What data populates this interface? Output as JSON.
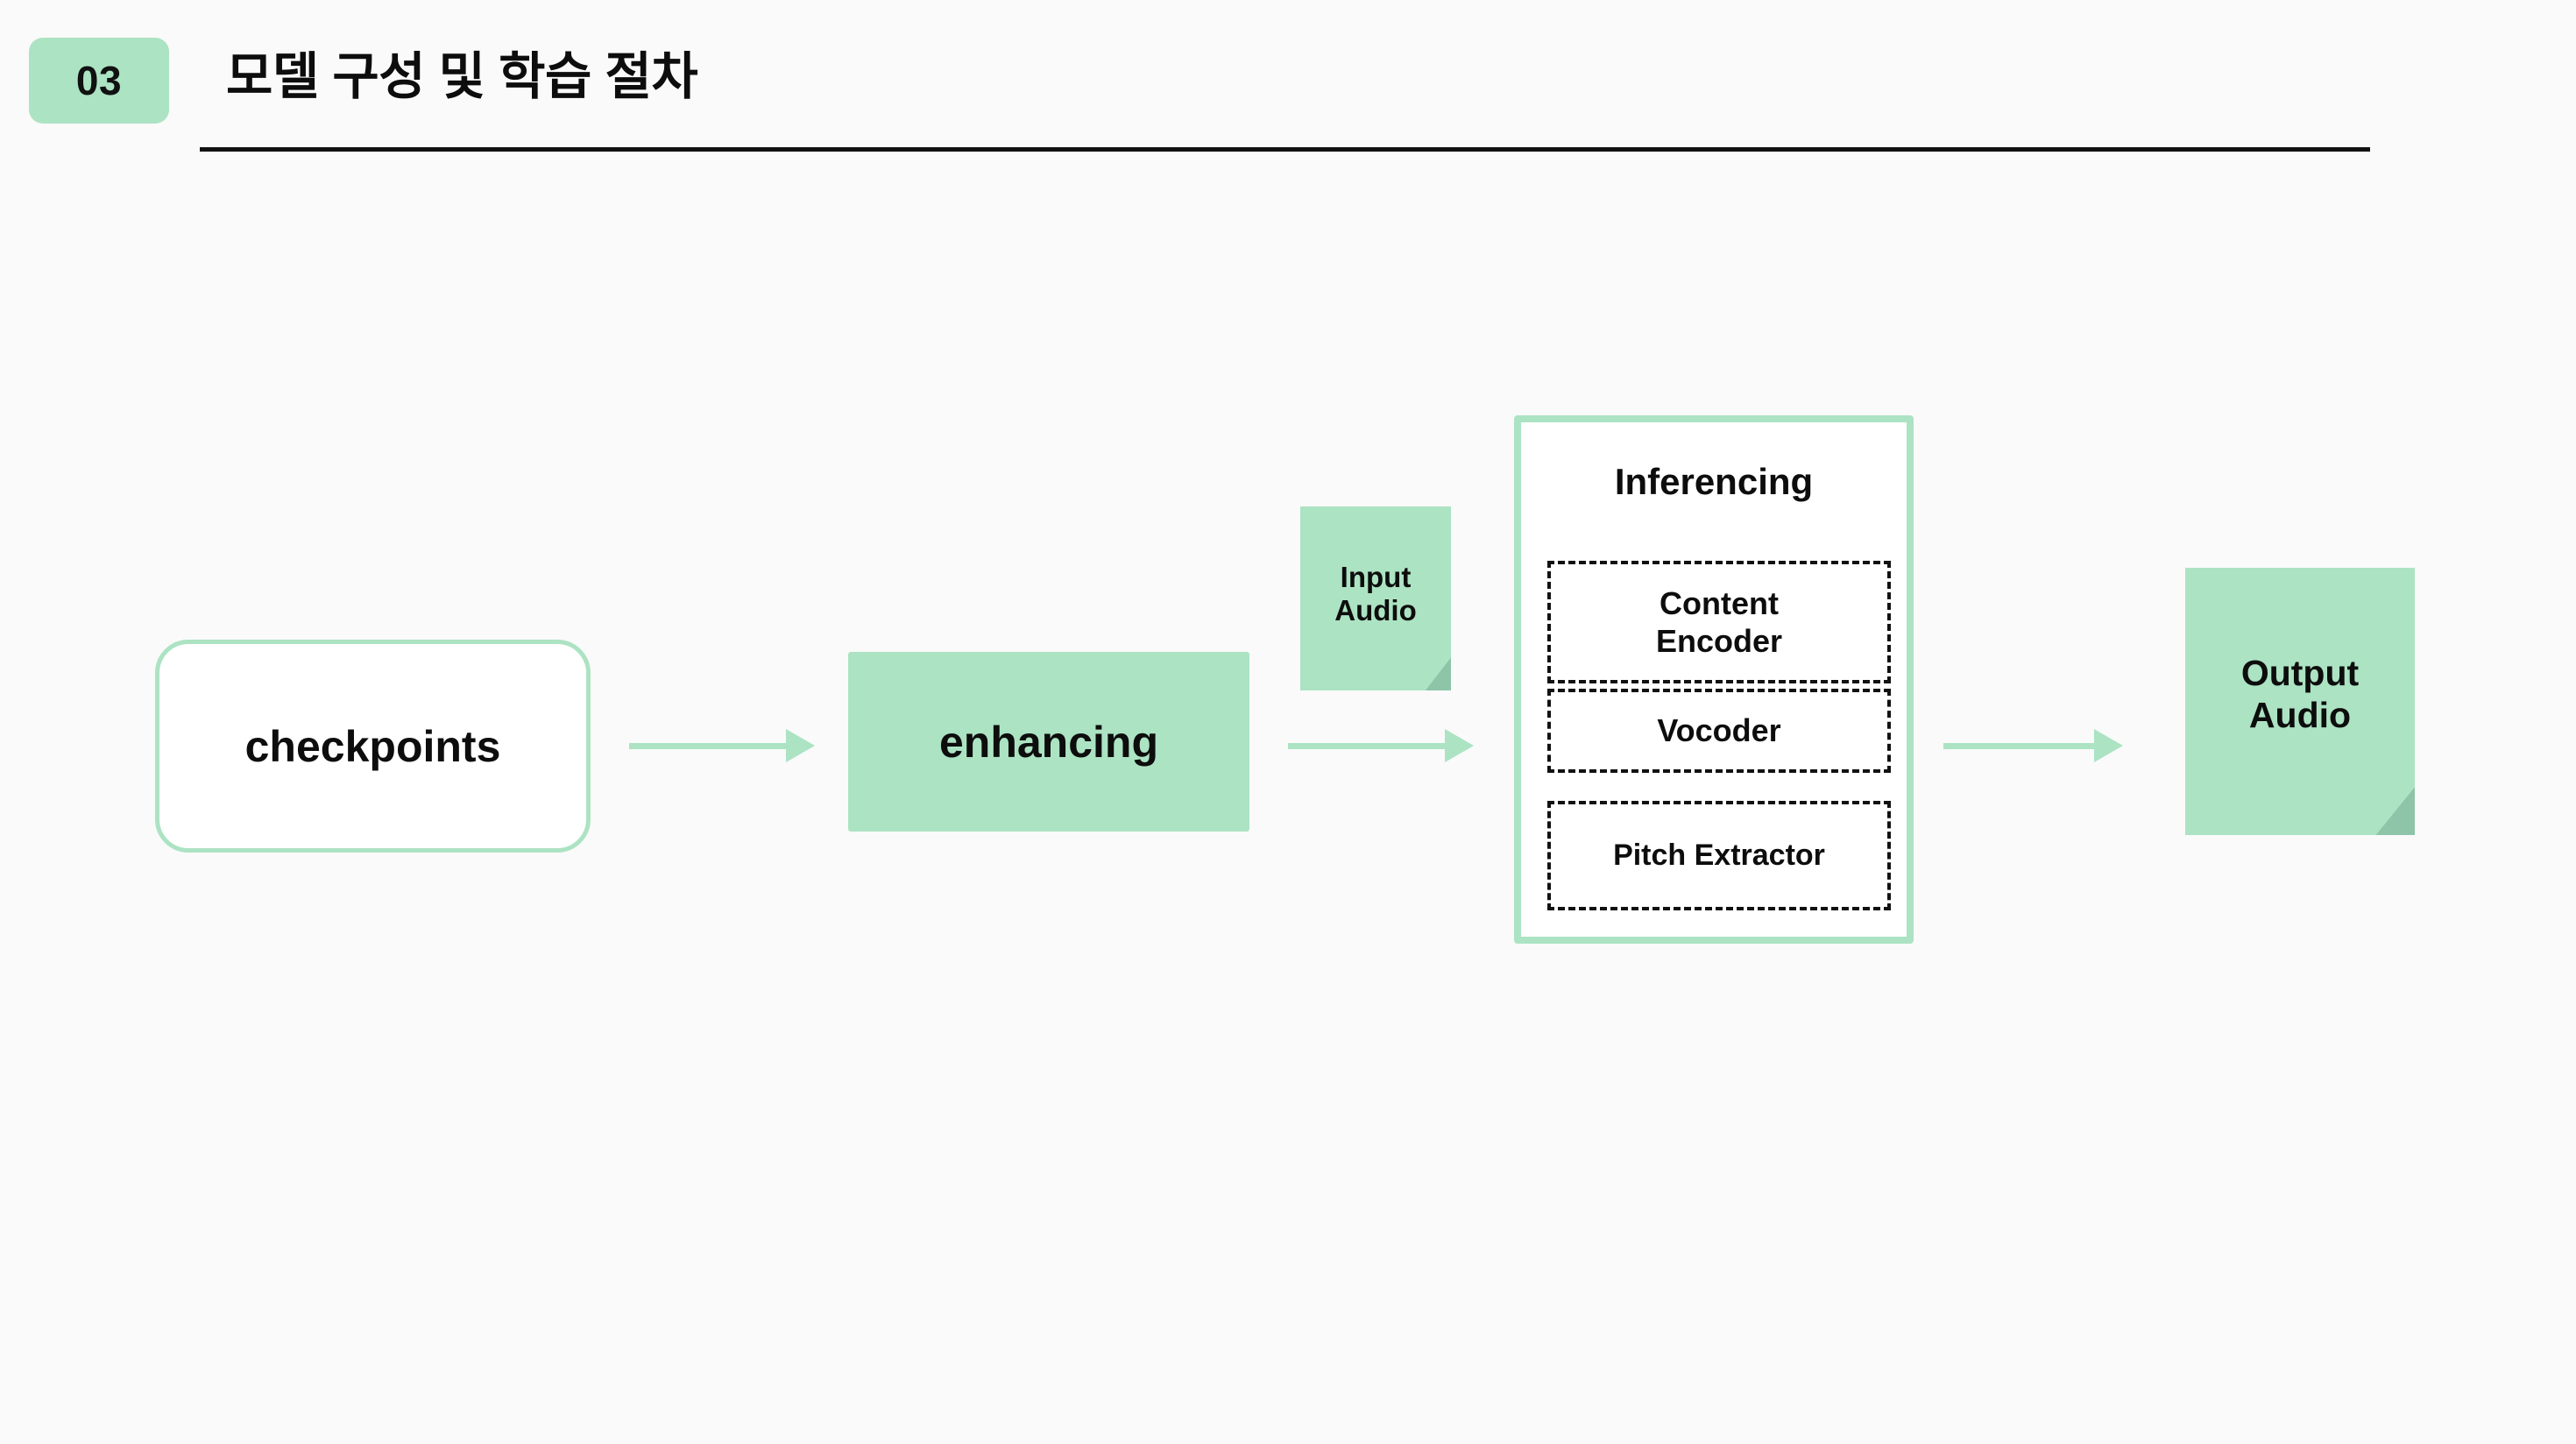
{
  "header": {
    "section_number": "03",
    "title": "모델 구성 및 학습 절차"
  },
  "colors": {
    "accent_green": "#ACE3C3",
    "fold_green": "#8EC4A8",
    "background": "#FAFAFA",
    "text": "#0d0d0d",
    "rule": "#111111"
  },
  "diagram": {
    "type": "flowchart",
    "nodes": {
      "checkpoints": {
        "label": "checkpoints",
        "shape": "rounded-rect-outline"
      },
      "enhancing": {
        "label": "enhancing",
        "shape": "filled-rect"
      },
      "input_audio": {
        "label": "Input\nAudio",
        "line1": "Input",
        "line2": "Audio",
        "shape": "note"
      },
      "output_audio": {
        "label": "Output\nAudio",
        "line1": "Output",
        "line2": "Audio",
        "shape": "note"
      },
      "inferencing": {
        "title": "Inferencing",
        "shape": "outlined-panel",
        "children": [
          {
            "label": "Content Encoder",
            "line1": "Content",
            "line2": "Encoder",
            "shape": "dashed-rect"
          },
          {
            "label": "Vocoder",
            "line1": "Vocoder",
            "shape": "dashed-rect"
          },
          {
            "label": "Pitch Extractor",
            "line1": "Pitch Extractor",
            "shape": "dashed-rect"
          }
        ]
      }
    },
    "edges": [
      {
        "from": "checkpoints",
        "to": "enhancing"
      },
      {
        "from": "enhancing",
        "to": "inferencing"
      },
      {
        "from": "inferencing",
        "to": "output_audio"
      }
    ]
  }
}
